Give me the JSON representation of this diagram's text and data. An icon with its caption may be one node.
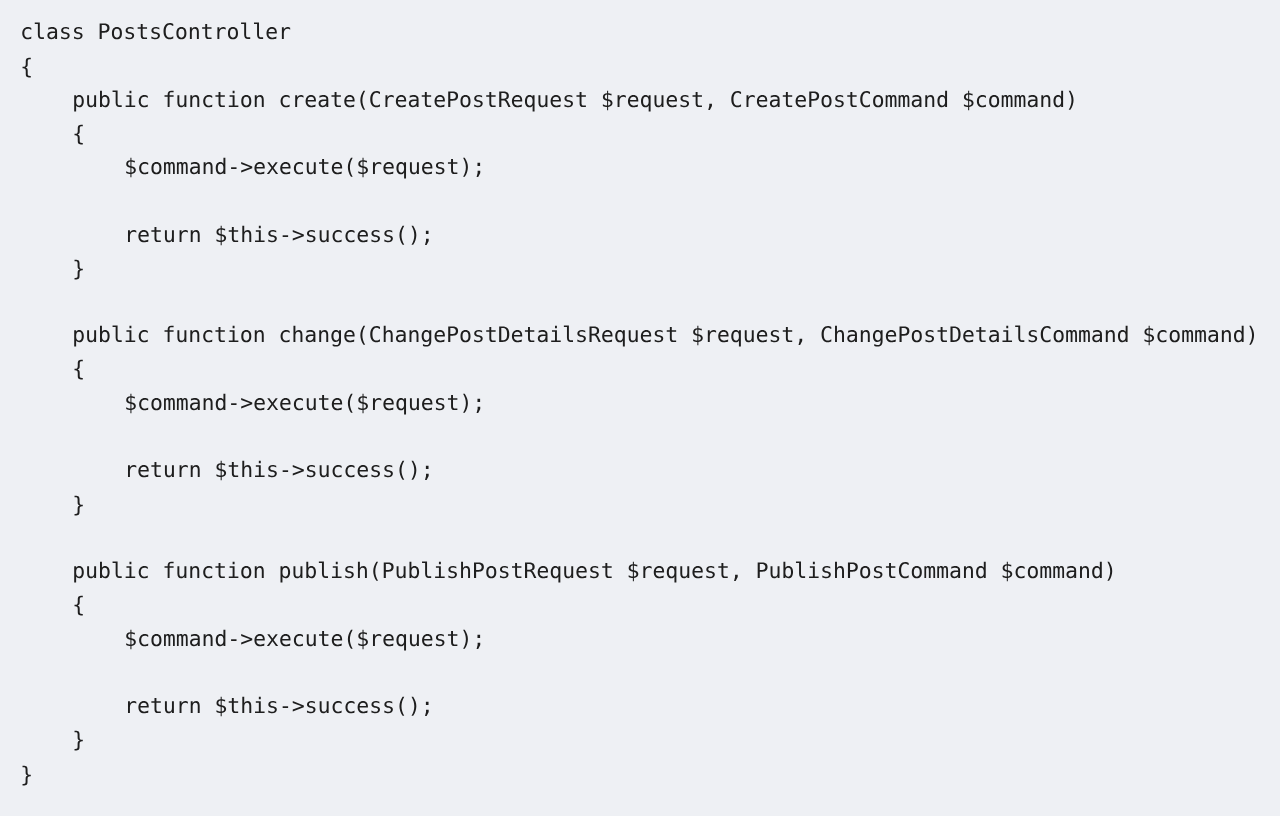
{
  "diagram": {
    "labels": [
      "class PostsController",
      "{",
      "public function create(CreatePostRequest $request, CreatePostCommand $command)",
      "{",
      "$command->execute($request);",
      "return $this->success();",
      "}",
      "public function change(ChangePostDetailsRequest $request, ChangePostDetailsCommand $command)",
      "{",
      "$command->execute($request);",
      "return $this->success();",
      "}",
      "public function publish(PublishPostRequest $request, PublishPostCommand $command)",
      "{",
      "$command->execute($request);",
      "return $this->success();",
      "}",
      "}"
    ]
  }
}
